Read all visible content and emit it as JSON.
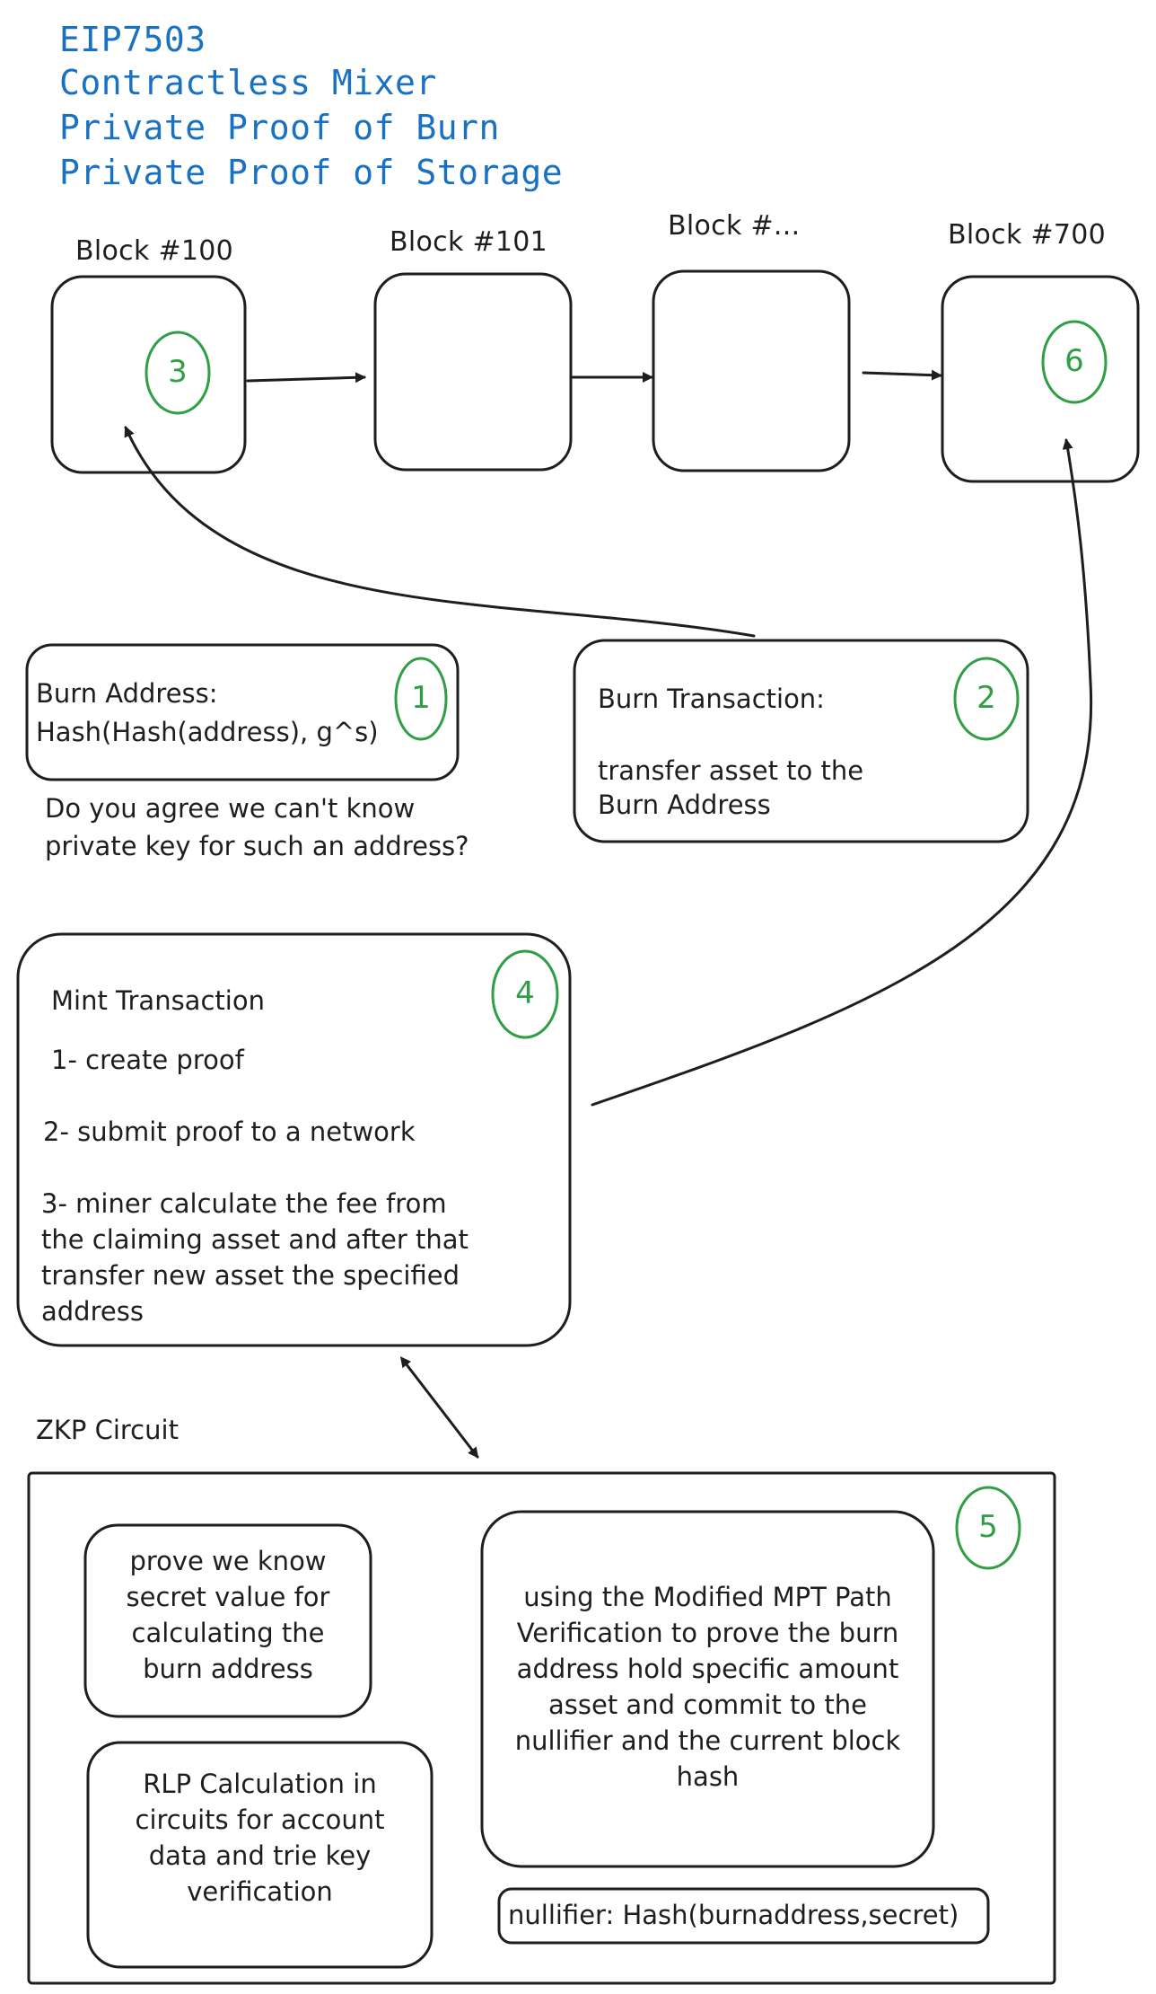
{
  "header": {
    "lines": [
      "EIP7503",
      "Contractless Mixer",
      "Private Proof of Burn",
      "Private Proof of Storage"
    ]
  },
  "blocks": [
    {
      "label": "Block #100",
      "marker": "3"
    },
    {
      "label": "Block #101",
      "marker": ""
    },
    {
      "label": "Block #...",
      "marker": ""
    },
    {
      "label": "Block #700",
      "marker": "6"
    }
  ],
  "burn_address": {
    "marker": "1",
    "lines": [
      "Burn Address:",
      "Hash(Hash(address), g^s)"
    ],
    "question": [
      "Do you agree we can't know",
      "private key for such an address?"
    ]
  },
  "burn_tx": {
    "marker": "2",
    "title": "Burn Transaction:",
    "lines": [
      "transfer asset to the",
      "Burn Address"
    ]
  },
  "mint_tx": {
    "marker": "4",
    "title": "Mint Transaction",
    "step1": "1- create proof",
    "step2": "2- submit proof to a network",
    "step3": [
      "3- miner calculate the fee from",
      "the claiming asset and after that",
      "transfer new asset the specified",
      "address"
    ]
  },
  "zkp": {
    "label": "ZKP Circuit",
    "marker": "5",
    "box_secret": [
      "prove we know",
      "secret value for",
      "calculating the",
      "burn address"
    ],
    "box_rlp": [
      "RLP Calculation in",
      "circuits for account",
      "data and trie key",
      "verification"
    ],
    "box_mpt": [
      "using the  Modified MPT Path",
      "Verification to prove the burn",
      "address hold specific amount",
      "asset and commit to the",
      "nullifier and the current block",
      "hash"
    ],
    "nullifier": "nullifier: Hash(burnaddress,secret)"
  },
  "colors": {
    "accent_blue": "#1971c2",
    "marker_green": "#2f9e44",
    "stroke": "#1e1e1e"
  }
}
